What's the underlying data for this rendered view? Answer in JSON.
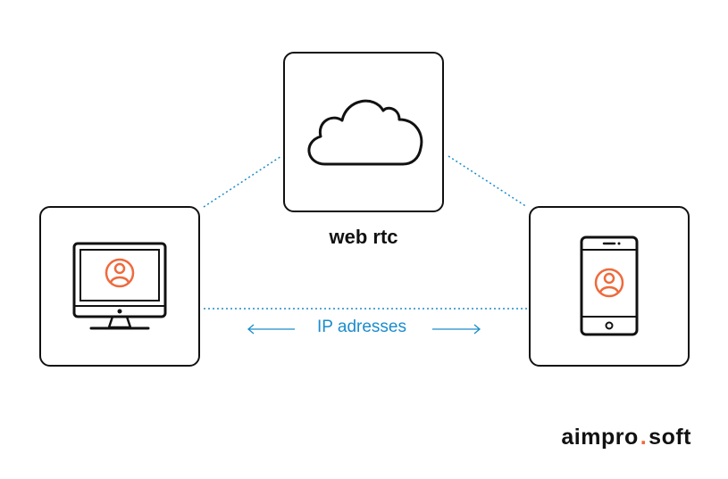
{
  "center_label": "web rtc",
  "connection_label": "IP adresses",
  "brand": {
    "name_left": "aimpro",
    "separator": ".",
    "name_right": "soft"
  },
  "colors": {
    "outline": "#111111",
    "accent": "#ef6a3c",
    "connector": "#1a8ccc"
  },
  "nodes": {
    "server": {
      "icon": "cloud-icon"
    },
    "left_device": {
      "icon": "desktop-monitor-icon",
      "avatar_icon": "user-avatar-icon"
    },
    "right_device": {
      "icon": "smartphone-icon",
      "avatar_icon": "user-avatar-icon"
    }
  }
}
